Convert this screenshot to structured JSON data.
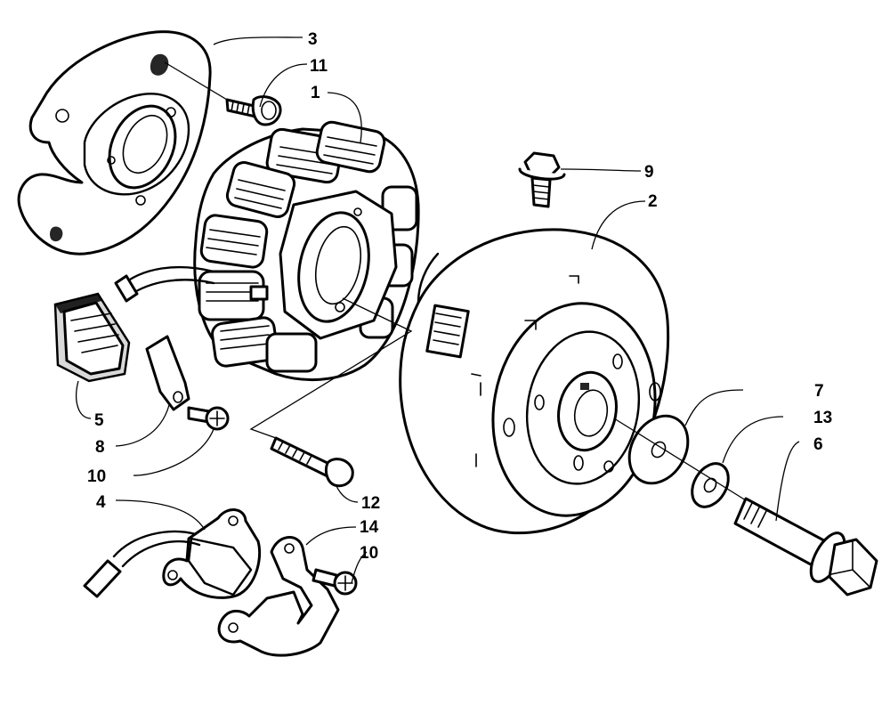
{
  "callouts": [
    {
      "id": "c1",
      "label": "1"
    },
    {
      "id": "c2",
      "label": "2"
    },
    {
      "id": "c3",
      "label": "3"
    },
    {
      "id": "c4",
      "label": "4"
    },
    {
      "id": "c5",
      "label": "5"
    },
    {
      "id": "c6",
      "label": "6"
    },
    {
      "id": "c7",
      "label": "7"
    },
    {
      "id": "c8",
      "label": "8"
    },
    {
      "id": "c9",
      "label": "9"
    },
    {
      "id": "c10a",
      "label": "10"
    },
    {
      "id": "c10b",
      "label": "10"
    },
    {
      "id": "c11",
      "label": "11"
    },
    {
      "id": "c12",
      "label": "12"
    },
    {
      "id": "c13",
      "label": "13"
    },
    {
      "id": "c14",
      "label": "14"
    }
  ]
}
